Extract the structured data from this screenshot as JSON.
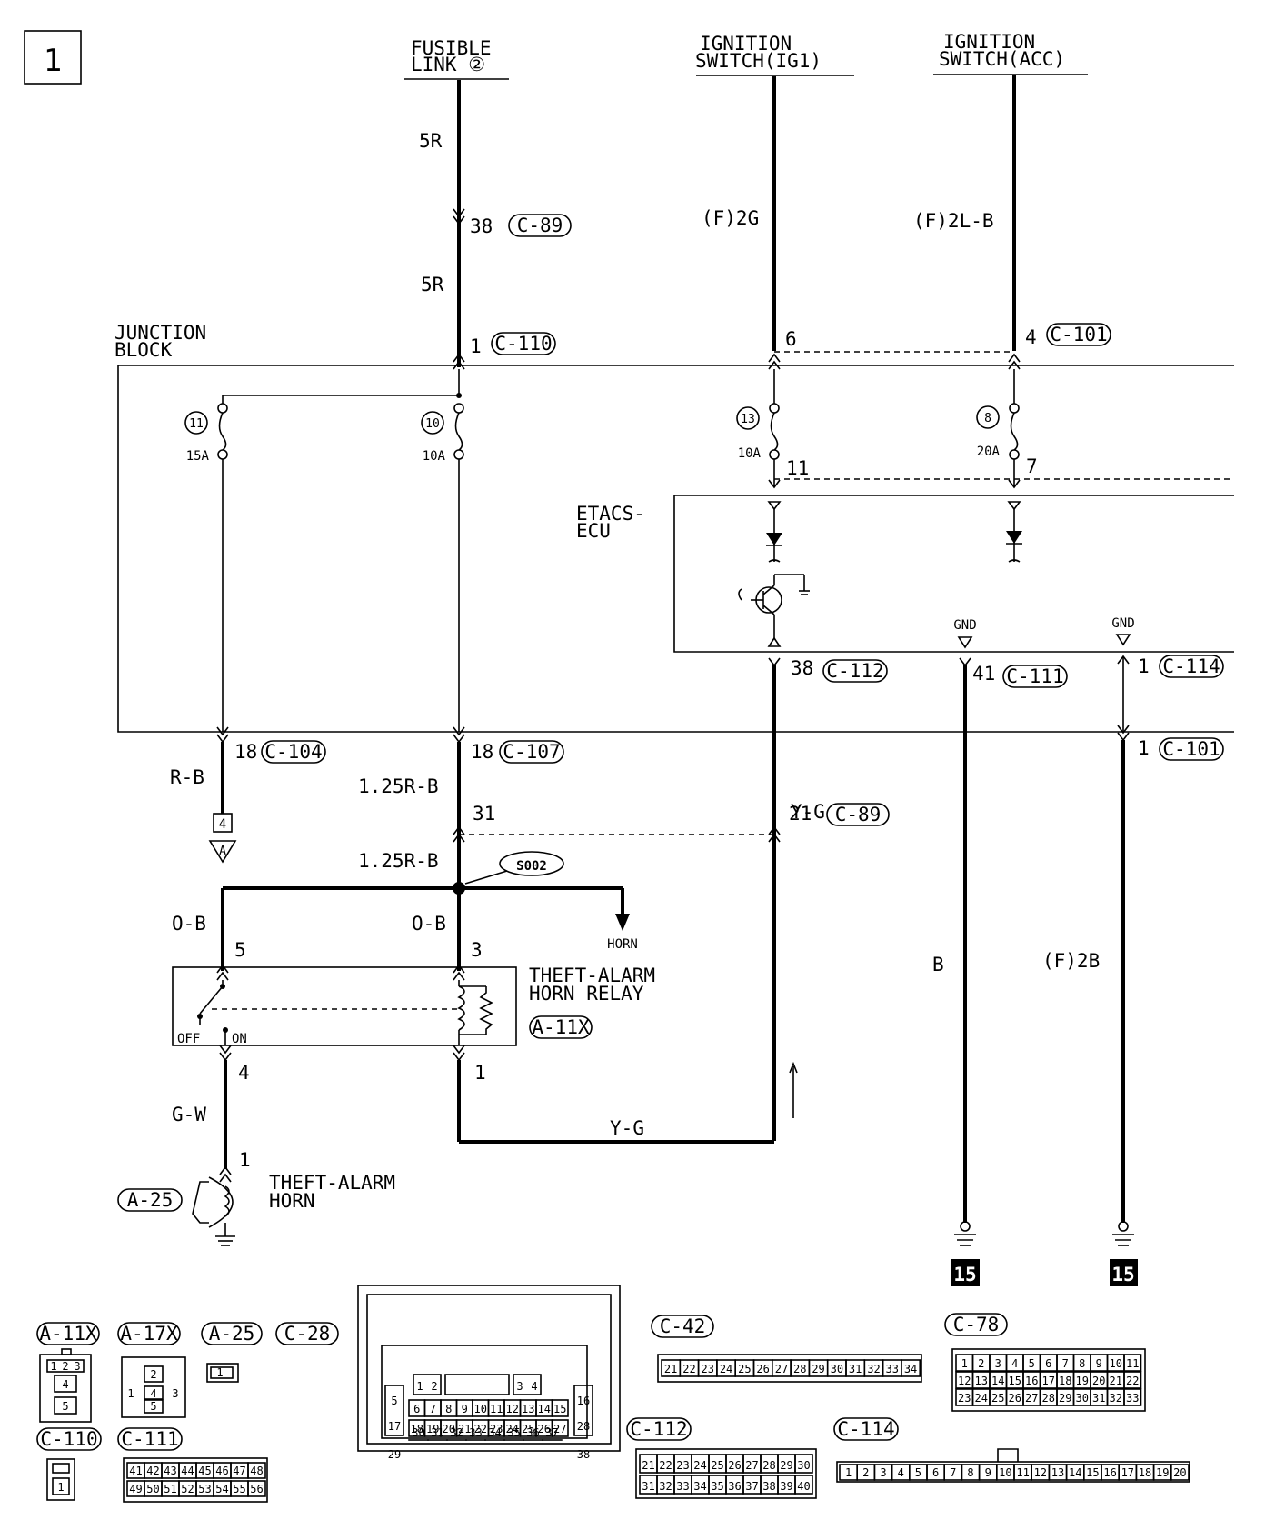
{
  "page_number": "1",
  "sources": {
    "fusible_link": [
      "FUSIBLE",
      "LINK ②"
    ],
    "ig1": [
      "IGNITION",
      "SWITCH(IG1)"
    ],
    "acc": [
      "IGNITION",
      "SWITCH(ACC)"
    ]
  },
  "wires": {
    "w_5r_top": "5R",
    "w_5r_mid": "5R",
    "w_f2g": "(F)2G",
    "w_f2lb": "(F)2L-B",
    "w_rb": "R-B",
    "w_125rb_a": "1.25R-B",
    "w_125rb_b": "1.25R-B",
    "w_ob_left": "O-B",
    "w_ob_mid": "O-B",
    "w_gw": "G-W",
    "w_yg_right": "Y-G",
    "w_yg_bottom": "Y-G",
    "w_b": "B",
    "w_f2b": "(F)2B"
  },
  "pins": {
    "p38_c89": "38",
    "c89_a": "C-89",
    "p1_c110": "1",
    "c110": "C-110",
    "p6": "6",
    "p4_c101": "4",
    "c101_a": "C-101",
    "p11": "11",
    "p7": "7",
    "p38_c112": "38",
    "c112": "C-112",
    "p41_c111": "41",
    "c111": "C-111",
    "p1_c114": "1",
    "c114": "C-114",
    "p18_c104": "18",
    "c104": "C-104",
    "p18_c107": "18",
    "c107": "C-107",
    "p1_c101": "1",
    "c101_b": "C-101",
    "p31": "31",
    "p21_c89": "21",
    "c89_b": "C-89",
    "p5": "5",
    "p3": "3",
    "p4": "4",
    "p1_relay": "1",
    "p1_horn": "1"
  },
  "components": {
    "junction_block": [
      "JUNCTION",
      "BLOCK"
    ],
    "etacs": [
      "ETACS-",
      "ECU"
    ],
    "relay": [
      "THEFT-ALARM",
      "HORN RELAY"
    ],
    "relay_conn": "A-11X",
    "horn": [
      "THEFT-ALARM",
      "HORN"
    ],
    "horn_conn": "A-25",
    "splice": "S002",
    "horn_out": "HORN",
    "gnd": "GND",
    "gnd2": "GND",
    "off": "OFF",
    "on": "ON",
    "ground_ref": "15",
    "ground_ref2": "15",
    "connector_a": "A",
    "connector_a_num": "4"
  },
  "fuses": {
    "f11": "11",
    "f11_rating": "15A",
    "f10": "10",
    "f10_rating": "10A",
    "f13": "13",
    "f13_rating": "10A",
    "f8": "8",
    "f8_rating": "20A"
  },
  "legend": {
    "a11x": "A-11X",
    "a17x": "A-17X",
    "a25": "A-25",
    "c28": "C-28",
    "c42": "C-42",
    "c78": "C-78",
    "c110": "C-110",
    "c111": "C-111",
    "c112": "C-112",
    "c114": "C-114",
    "a11x_pins": [
      "1",
      "2",
      "3",
      "4",
      "5"
    ],
    "a17x_pins": [
      "1",
      "2",
      "3",
      "4",
      "5"
    ],
    "a25_pin": "1",
    "c110_pin": "1",
    "c28_top_left": [
      "1",
      "2"
    ],
    "c28_top_right": [
      "3",
      "4"
    ],
    "c28_left": [
      "5",
      "17",
      "29"
    ],
    "c28_right": [
      "16",
      "28",
      "38"
    ],
    "c28_row2": [
      "6",
      "7",
      "8",
      "9",
      "10",
      "11",
      "12",
      "13",
      "14",
      "15"
    ],
    "c28_row3": [
      "18",
      "19",
      "20",
      "21",
      "22",
      "23",
      "24",
      "25",
      "26",
      "27"
    ],
    "c28_row4": [
      "30",
      "31",
      "32",
      "33",
      "34",
      "35",
      "36",
      "37"
    ],
    "c42_pins": [
      "21",
      "22",
      "23",
      "24",
      "25",
      "26",
      "27",
      "28",
      "29",
      "30",
      "31",
      "32",
      "33",
      "34"
    ],
    "c78_row1": [
      "1",
      "2",
      "3",
      "4",
      "5",
      "6",
      "7",
      "8",
      "9",
      "10",
      "11"
    ],
    "c78_row2": [
      "12",
      "13",
      "14",
      "15",
      "16",
      "17",
      "18",
      "19",
      "20",
      "21",
      "22"
    ],
    "c78_row3": [
      "23",
      "24",
      "25",
      "26",
      "27",
      "28",
      "29",
      "30",
      "31",
      "32",
      "33"
    ],
    "c111_row1": [
      "41",
      "42",
      "43",
      "44",
      "45",
      "46",
      "47",
      "48"
    ],
    "c111_row2": [
      "49",
      "50",
      "51",
      "52",
      "53",
      "54",
      "55",
      "56"
    ],
    "c112_row1": [
      "21",
      "22",
      "23",
      "24",
      "25",
      "26",
      "27",
      "28",
      "29",
      "30"
    ],
    "c112_row2": [
      "31",
      "32",
      "33",
      "34",
      "35",
      "36",
      "37",
      "38",
      "39",
      "40"
    ],
    "c114_pins": [
      "1",
      "2",
      "3",
      "4",
      "5",
      "6",
      "7",
      "8",
      "9",
      "10",
      "11",
      "12",
      "13",
      "14",
      "15",
      "16",
      "17",
      "18",
      "19",
      "20"
    ]
  }
}
